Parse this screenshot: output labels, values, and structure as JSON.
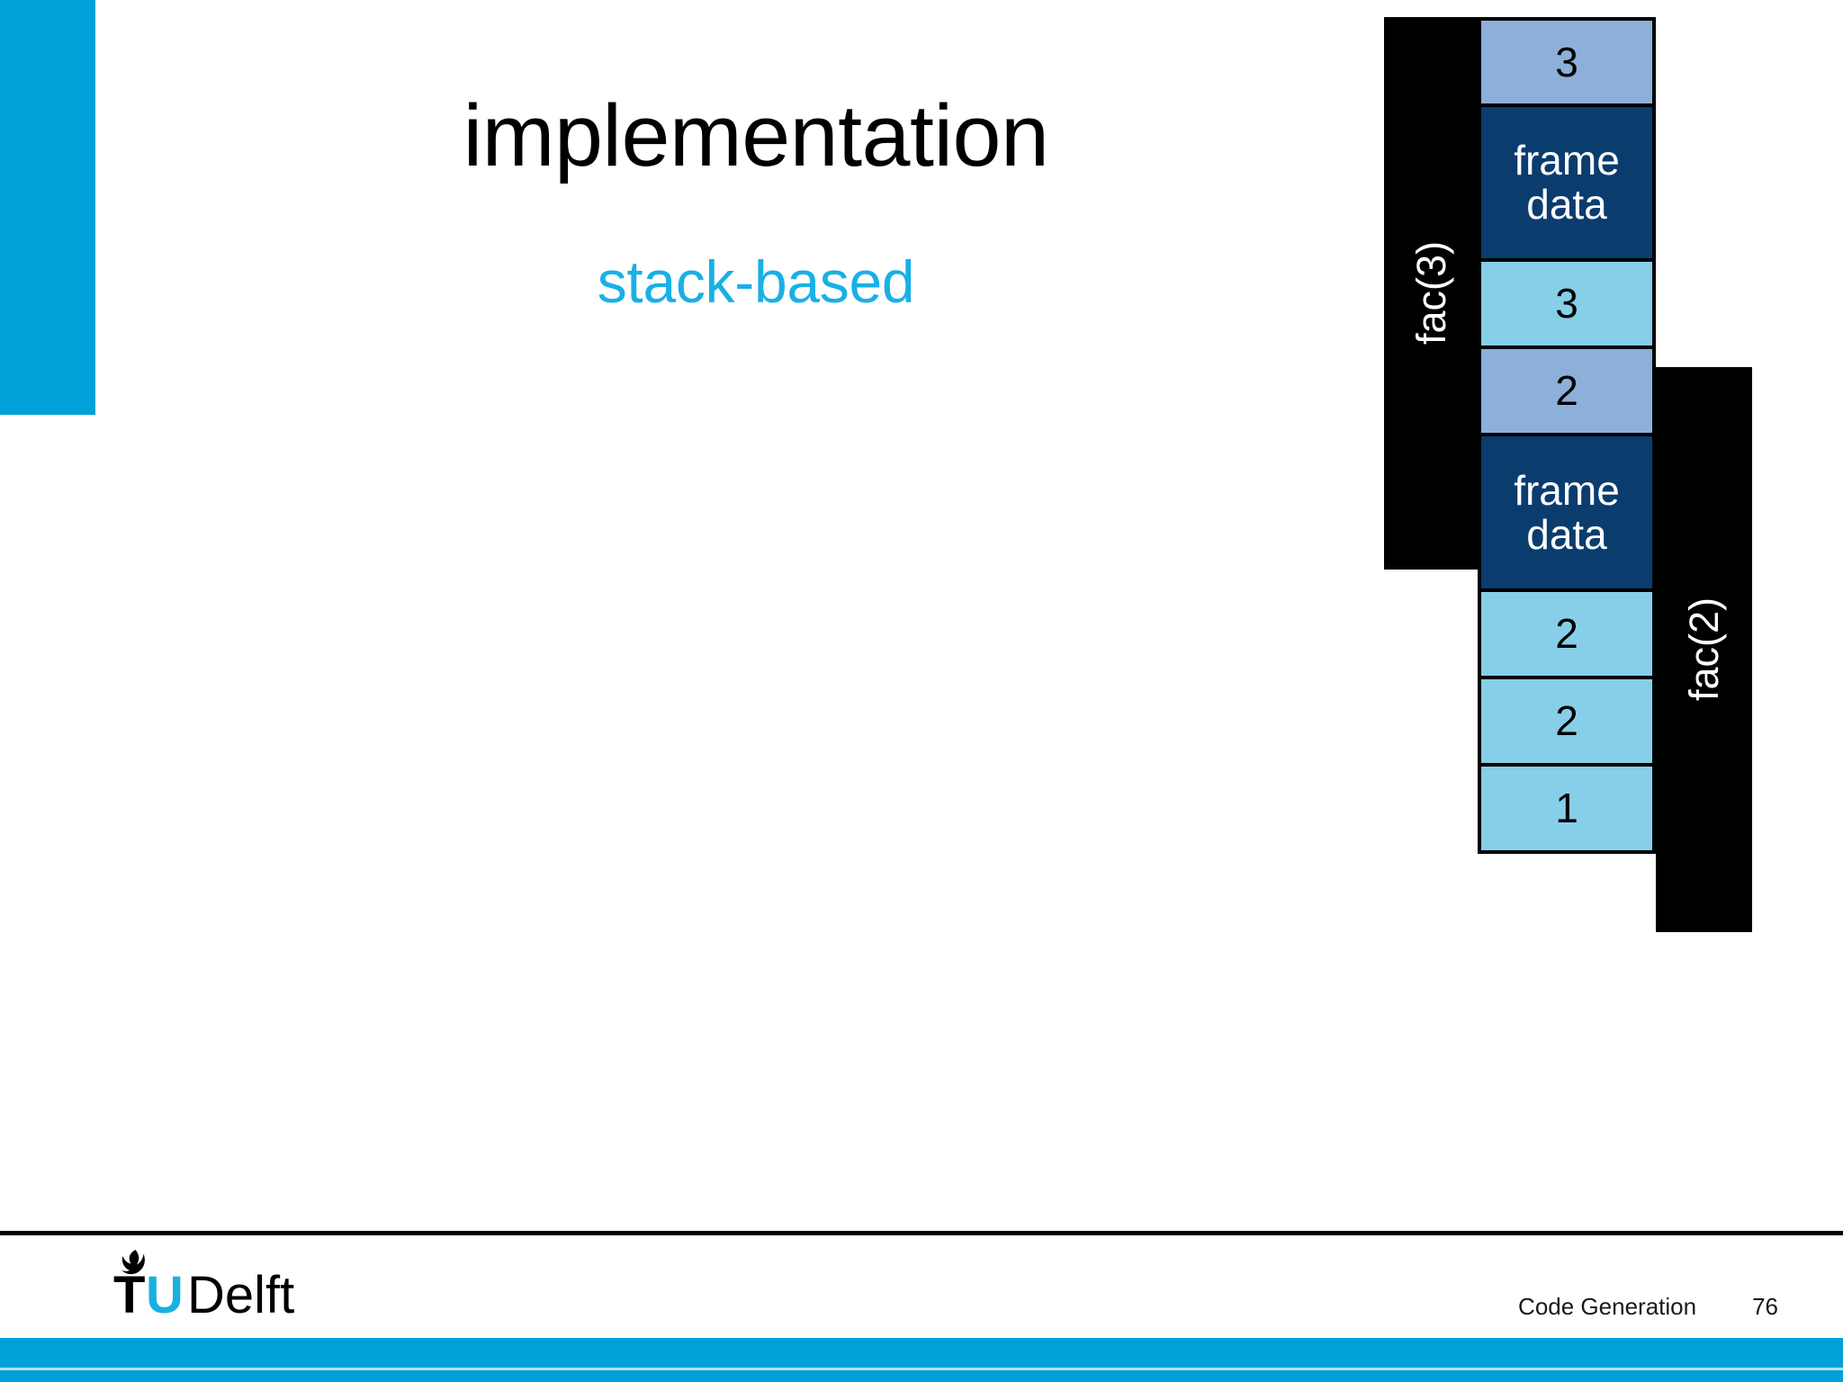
{
  "slide": {
    "title": "implementation",
    "subtitle": "stack-based",
    "accent_color": "#00A0D8",
    "subtitle_color": "#19B0E5"
  },
  "diagram": {
    "name": "call-stack-frames",
    "brackets": [
      {
        "label": "fac(3)"
      },
      {
        "label": "fac(2)"
      }
    ],
    "cells": [
      {
        "text": "3",
        "kind": "value-medium"
      },
      {
        "text": "frame\ndata",
        "kind": "framedata"
      },
      {
        "text": "3",
        "kind": "value-light"
      },
      {
        "text": "2",
        "kind": "value-medium"
      },
      {
        "text": "frame\ndata",
        "kind": "framedata"
      },
      {
        "text": "2",
        "kind": "value-light"
      },
      {
        "text": "2",
        "kind": "value-light"
      },
      {
        "text": "1",
        "kind": "value-light"
      }
    ],
    "colors": {
      "value_medium": "#8CB0D9",
      "value_light": "#87CEE8",
      "frame_data": "#0A3C6E",
      "bracket": "#000000"
    }
  },
  "footer": {
    "course": "Code Generation",
    "page_number": "76",
    "logo_text_tu": "TU",
    "logo_text_delft": "Delft"
  }
}
